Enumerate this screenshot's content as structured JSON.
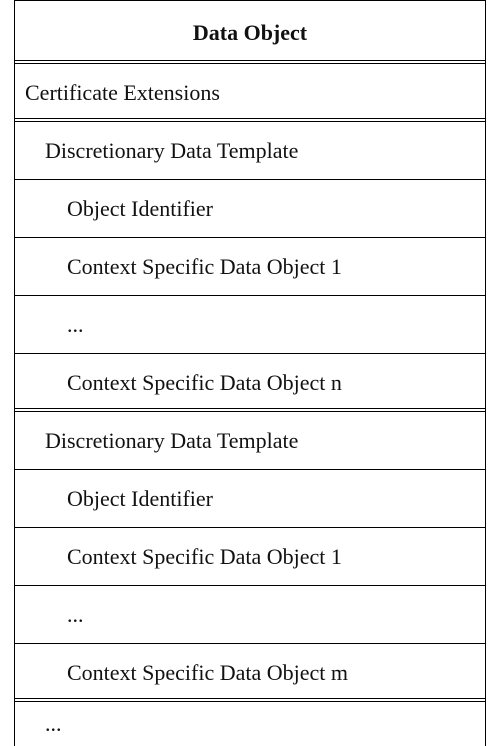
{
  "table": {
    "header": "Data Object",
    "rows": [
      "Certificate Extensions",
      "Discretionary Data Template",
      "Object Identifier",
      "Context Specific Data Object 1",
      "...",
      "Context Specific Data Object n",
      "Discretionary Data Template",
      "Object Identifier",
      "Context Specific Data Object 1",
      "...",
      "Context Specific Data Object m",
      "..."
    ]
  }
}
